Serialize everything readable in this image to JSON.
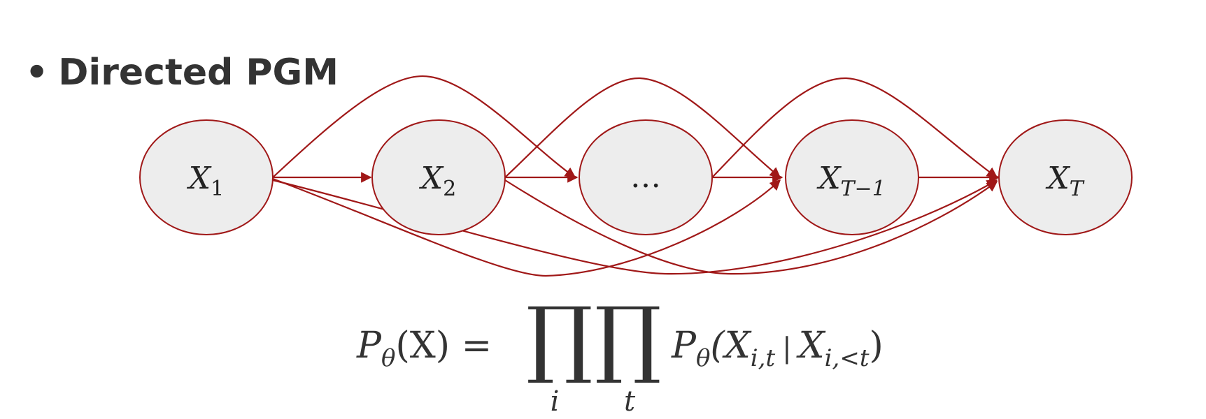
{
  "bullet": {
    "marker": "•",
    "text": "Directed PGM"
  },
  "diagram": {
    "colors": {
      "edge": "#a01818",
      "node_fill": "#ededed",
      "node_stroke": "#a01818"
    },
    "nodes": [
      {
        "id": "x1",
        "base": "X",
        "sub": "1"
      },
      {
        "id": "x2",
        "base": "X",
        "sub": "2"
      },
      {
        "id": "xdots",
        "base": "…",
        "sub": ""
      },
      {
        "id": "xtm1",
        "base": "X",
        "sub": "T−1"
      },
      {
        "id": "xt",
        "base": "X",
        "sub": "T"
      }
    ],
    "edges": [
      {
        "from": "x1",
        "to": "x2"
      },
      {
        "from": "x2",
        "to": "xdots"
      },
      {
        "from": "xdots",
        "to": "xtm1"
      },
      {
        "from": "xtm1",
        "to": "xt"
      },
      {
        "from": "x1",
        "to": "xdots"
      },
      {
        "from": "x2",
        "to": "xtm1"
      },
      {
        "from": "xdots",
        "to": "xt"
      },
      {
        "from": "x1",
        "to": "xtm1"
      },
      {
        "from": "x1",
        "to": "xt"
      },
      {
        "from": "x2",
        "to": "xt"
      }
    ]
  },
  "equation": {
    "lhs": "P",
    "lhs_sub": "θ",
    "lhs_arg": "(X) =",
    "prod_symbol": "∏",
    "prod_index_1": "i",
    "prod_index_2": "t",
    "rhs": "P",
    "rhs_sub": "θ",
    "rhs_open": "(X",
    "rhs_x_sub": "i,t",
    "rhs_bar": "|",
    "rhs_cond": "X",
    "rhs_cond_sub": "i,<t",
    "rhs_close": ")"
  }
}
